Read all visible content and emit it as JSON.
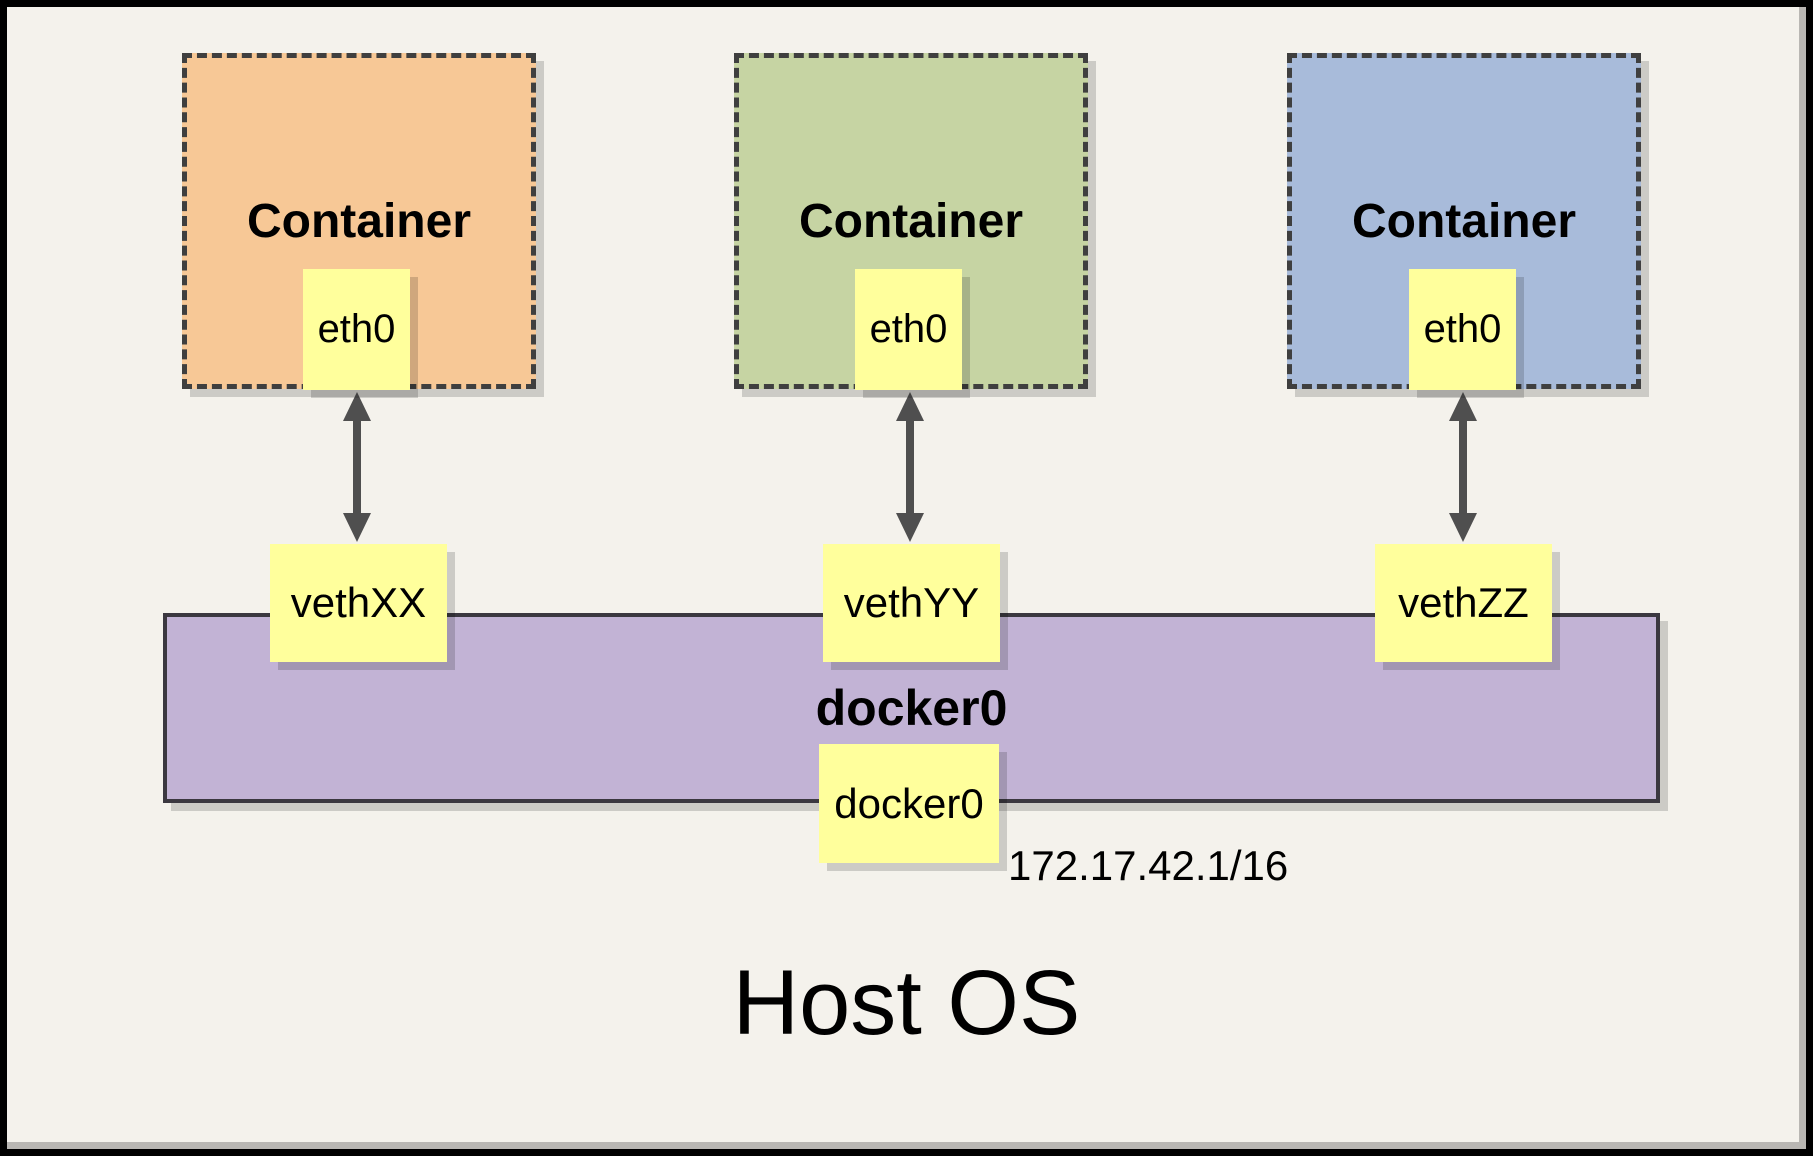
{
  "containers": [
    {
      "label": "Container",
      "interface": "eth0",
      "veth": "vethXX",
      "fill": "#f7c896"
    },
    {
      "label": "Container",
      "interface": "eth0",
      "veth": "vethYY",
      "fill": "#c6d4a3"
    },
    {
      "label": "Container",
      "interface": "eth0",
      "veth": "vethZZ",
      "fill": "#a8bbda"
    }
  ],
  "bridge": {
    "name": "docker0",
    "interface": "docker0",
    "ip": "172.17.42.1/16",
    "fill": "#c2b3d5"
  },
  "host": {
    "label": "Host OS"
  },
  "colors": {
    "background": "#f4f2ec",
    "note_yellow": "#ffff9c",
    "dash_border": "#3f3f3f",
    "arrow": "#4f4f4f",
    "frame_border": "#000000"
  }
}
